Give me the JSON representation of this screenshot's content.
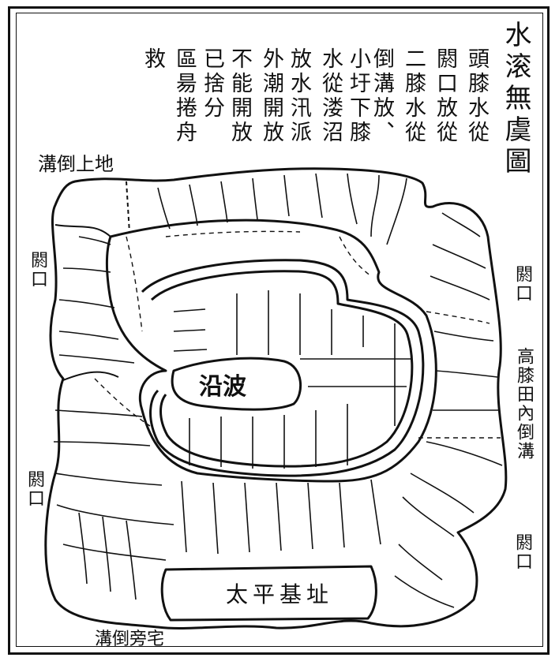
{
  "title": "水滚無虞圖",
  "notes": [
    "頭膝水從",
    "閼口放從",
    "二膝水從",
    "倒溝放、",
    "小圩下膝",
    "水從溇沼",
    "放水汛派",
    "外潮開放",
    "不能開放",
    "已捨分",
    "區昜捲舟",
    "救"
  ],
  "labels": {
    "top_left": "溝倒上地",
    "left_upper": "閼口",
    "right_upper": "閼口",
    "right_middle": "高膝田內倒溝",
    "left_lower": "閼口",
    "right_lower": "閼口",
    "center": "沿波",
    "bottom_box": "太平基址",
    "bottom_left": "溝倒旁宅"
  }
}
